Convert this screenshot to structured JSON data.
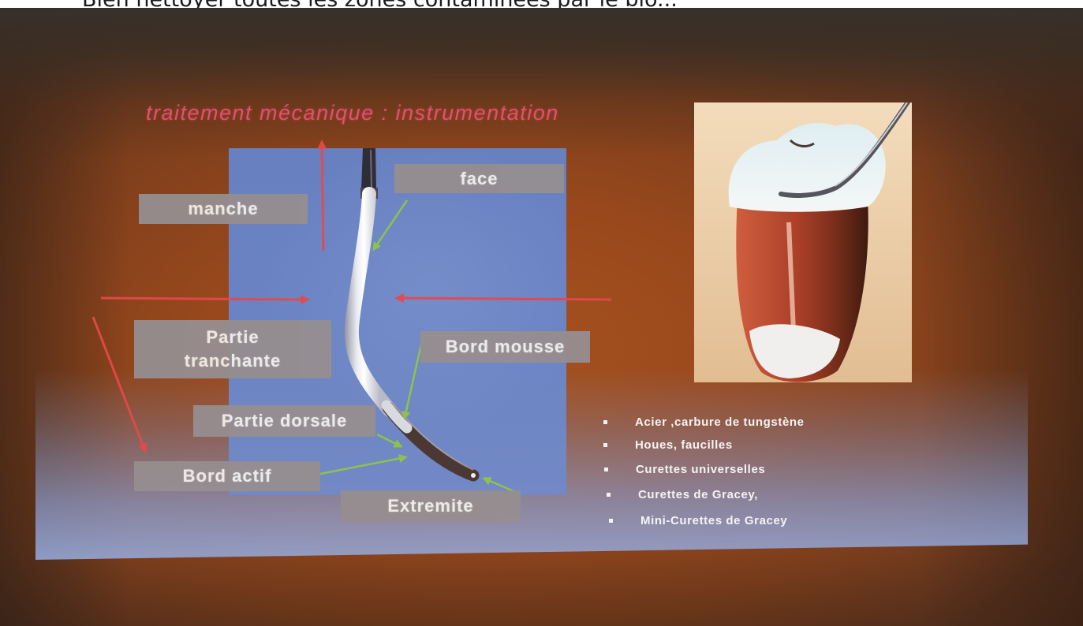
{
  "header_strip": {
    "text": "Bien nettoyer toutes les zones contaminées par le bio..."
  },
  "slide": {
    "title": "traitement mécanique : instrumentation",
    "labels": {
      "manche": "manche",
      "face": "face",
      "partie_tranchante": {
        "line1": "Partie",
        "line2": "tranchante"
      },
      "bord_mousse": "Bord mousse",
      "partie_dorsale": "Partie dorsale",
      "bord_actif": "Bord actif",
      "extremite": "Extremite"
    },
    "bullets": [
      "Acier ,carbure de tungstène",
      "Houes, faucilles",
      "Curettes universelles",
      "Curettes de Gracey,",
      "Mini-Curettes de Gracey"
    ]
  },
  "colors": {
    "title": "#e3506b",
    "label_box": "#968e90",
    "label_text": "#f4f0ec",
    "red_arrow": "#e8484a",
    "green_arrow": "#8fc24b",
    "panel": "#6a83c3",
    "bullet_text": "#f6f4f2"
  }
}
